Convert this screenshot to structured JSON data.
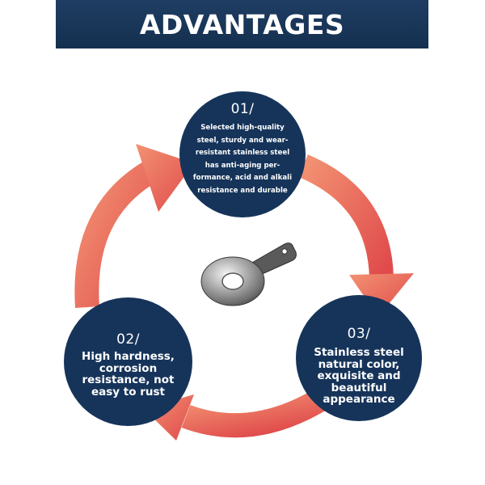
{
  "header": {
    "title": "ADVANTAGES"
  },
  "steps": [
    {
      "number": "01/",
      "text": "Selected high-quality steel, sturdy and wear-resistant stainless steel has anti-aging per-formance, acid and alkali resistance and durable"
    },
    {
      "number": "02/",
      "text": "High hardness, corrosion resistance, not easy to rust"
    },
    {
      "number": "03/",
      "text": "Stainless steel natural color, exquisite and beautiful appearance"
    }
  ],
  "colors": {
    "banner": "#17355a",
    "circle": "#16345a",
    "arrow_light": "#f08a6a",
    "arrow_dark": "#e0474a"
  },
  "icons": {
    "center": "spectacle-blind-plate-icon"
  }
}
